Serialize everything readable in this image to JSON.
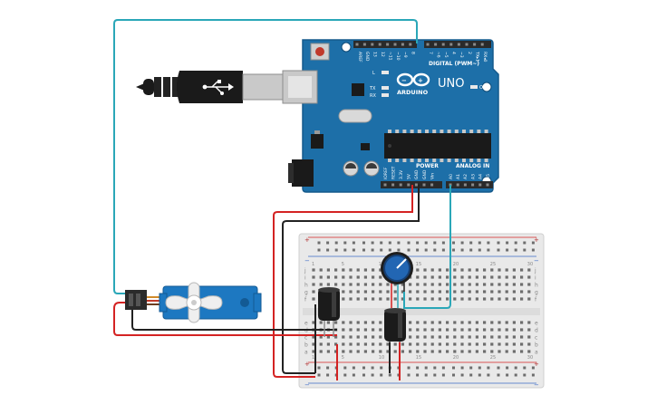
{
  "arduino": {
    "logo": "ARDUINO",
    "model": "UNO",
    "digital_header_label": "DIGITAL (PWM~)",
    "analog_header_label": "ANALOG IN",
    "power_header_label": "POWER",
    "on_label": "ON",
    "led_l": "L",
    "led_tx": "TX",
    "led_rx": "RX",
    "digital_pins": [
      "AREF",
      "GND",
      "13",
      "12",
      "~11",
      "~10",
      "~9",
      "8",
      "7",
      "~6",
      "~5",
      "4",
      "~3",
      "2",
      "TX▸1",
      "RX◂0"
    ],
    "power_pins": [
      "IOREF",
      "RESET",
      "3.3V",
      "5V",
      "GND",
      "GND",
      "Vin"
    ],
    "analog_pins": [
      "A0",
      "A1",
      "A2",
      "A3",
      "A4",
      "A5"
    ]
  },
  "breadboard": {
    "rail_plus": "+",
    "rail_minus": "−",
    "row_letters_top": [
      "j",
      "i",
      "h",
      "g",
      "f"
    ],
    "row_letters_bottom": [
      "e",
      "d",
      "c",
      "b",
      "a"
    ],
    "column_numbers": [
      "1",
      "5",
      "10",
      "15",
      "20",
      "25",
      "30"
    ]
  },
  "colors": {
    "board": "#1d6fa8",
    "board_edge": "#155a8c",
    "wire_teal": "#2aa7b8",
    "wire_red": "#d42323",
    "wire_black": "#222222",
    "servo_body": "#1d78c1",
    "pot_knob": "#2266b3",
    "capacitor": "#1b1b1b",
    "breadboard": "#e9e9e9"
  }
}
